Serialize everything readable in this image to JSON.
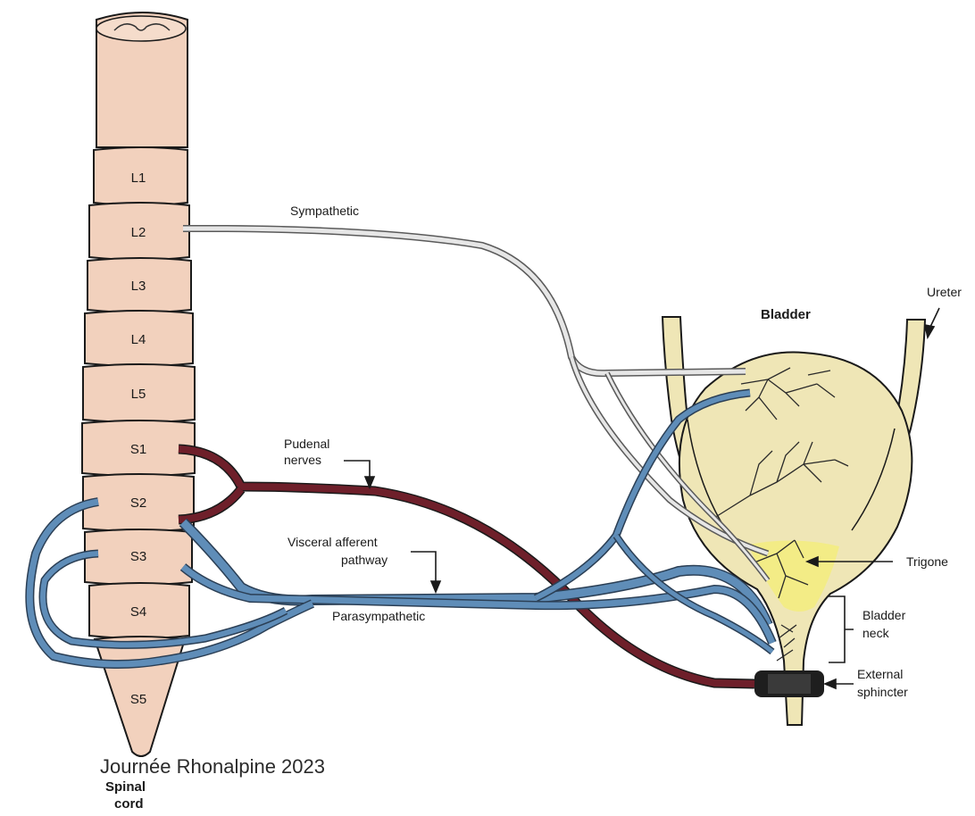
{
  "segments": [
    "L1",
    "L2",
    "L3",
    "L4",
    "L5",
    "S1",
    "S2",
    "S3",
    "S4",
    "S5"
  ],
  "labels": {
    "sympathetic": "Sympathetic",
    "pudendal_line1": "Pudenal",
    "pudendal_line2": "nerves",
    "visceral_line1": "Visceral afferent",
    "visceral_line2": "pathway",
    "parasympathetic": "Parasympathetic",
    "bladder": "Bladder",
    "ureter": "Ureter",
    "trigone": "Trigone",
    "bladder_neck_line1": "Bladder",
    "bladder_neck_line2": "neck",
    "external_sphincter_line1": "External",
    "external_sphincter_line2": "sphincter",
    "spinal_cord_line1": "Spinal",
    "spinal_cord_line2": "cord"
  },
  "footer": "Journée Rhonalpine 2023",
  "colors": {
    "spinal_cord": "#f2d1bd",
    "bladder": "#efe6b6",
    "trigone": "#f3ec86",
    "sympathetic_nerve": "#d9d9d9",
    "pudendal_nerve": "#6e1f2a",
    "parasympathetic_nerve": "#5f8db8",
    "sphincter": "#1e1e1e",
    "outline": "#1a1a1a"
  }
}
